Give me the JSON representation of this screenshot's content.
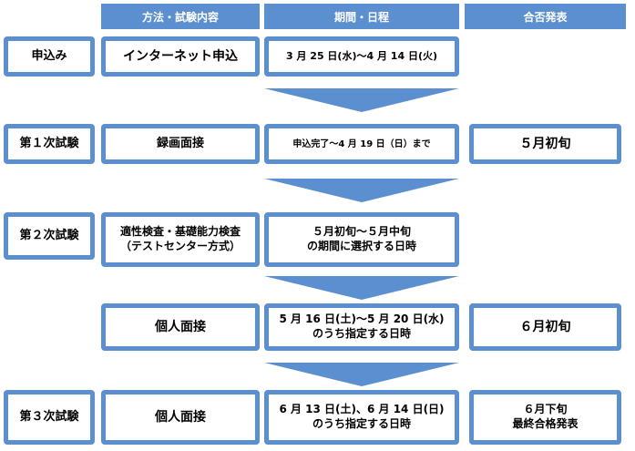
{
  "headers": {
    "method": "方法・試験内容",
    "period": "期間・日程",
    "result": "合否発表"
  },
  "rows": [
    {
      "stage": "申込み",
      "method": [
        "インターネット申込"
      ],
      "period": [
        "3 月 25 日(水)〜4 月 14 日(火)"
      ],
      "result": []
    },
    {
      "stage": "第１次試験",
      "method": [
        "録画面接"
      ],
      "period": [
        "申込完了〜4 月 19 日（日）まで"
      ],
      "result": [
        "５月初旬"
      ]
    },
    {
      "stage": "第２次試験",
      "method": [
        "適性検査・基礎能力検査",
        "（テストセンター方式）"
      ],
      "period": [
        "５月初旬〜５月中旬",
        "の期間に選択する日時"
      ],
      "result": []
    },
    {
      "stage": "",
      "method": [
        "個人面接"
      ],
      "period": [
        "5 月 16 日(土)〜5 月 20 日(水)",
        "のうち指定する日時"
      ],
      "result": [
        "６月初旬"
      ]
    },
    {
      "stage": "第３次試験",
      "method": [
        "個人面接"
      ],
      "period": [
        "6 月 13 日(土)、6 月 14 日(日)",
        "のうち指定する日時"
      ],
      "result": [
        "６月下旬",
        "最終合格発表"
      ]
    }
  ],
  "colors": {
    "accent": "#5b8fcf",
    "header_text": "#ffffff"
  }
}
